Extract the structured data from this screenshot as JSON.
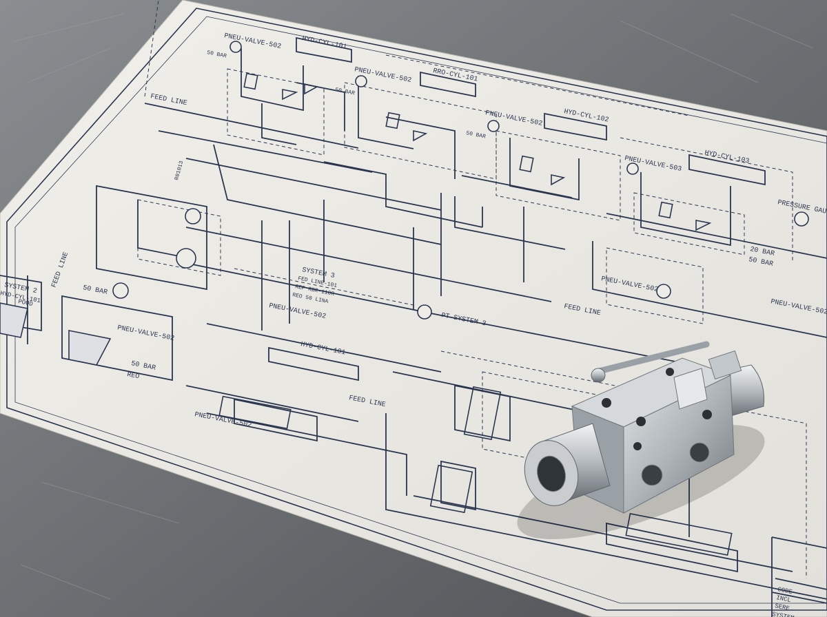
{
  "scene": {
    "description_free": true,
    "colors": {
      "table": "#6f7376",
      "table_light": "#8d9194",
      "paper": "#eeece6",
      "ink": "#2a3550",
      "steel": "#c9cdd0",
      "steel_dark": "#7e858b"
    }
  },
  "labels": {
    "hyd_cyl_101_top": "HYD-CYL-101",
    "pneu_valve_502_tl": "PNEU-VALVE-502",
    "bar_50_tl": "50 BAR",
    "feed_line_top": "FEED LINE",
    "rro_cyl_101": "RRO-CYL-101",
    "pneu_valve_502_t2": "PNEU-VALVE-502",
    "bar_50_t2": "50 BAR",
    "pneu_valve_502_t3": "PNEU-VALVE-502",
    "bar_50_t3": "50 BAR",
    "hyd_cyl_102": "HYD-CYL-102",
    "pneu_valve_503": "PNEU-VALVE-503",
    "hyd_cyl_103": "HYD-CYL-103",
    "pressure_gauge": "PRESSURE GAUGE",
    "bar_20": "20 BAR",
    "bar_50_right": "50 BAR",
    "pneu_valve_502_r": "PNEU-VALVE-502",
    "pneu_valve_502_rr": "PNEU-VALVE-502",
    "feed_line_mid": "FEED LINE",
    "system3_a": "SYSTEM 3",
    "system3_b": "FED LINE-101",
    "system3_c": "REP RBR-110R",
    "system3_d": "REO 50 LINA",
    "pneu_valve_502_mid": "PNEU-VALVE-502",
    "pt_system3": "PT SYSTEM 3",
    "system2_a": "SYSTEM 2",
    "system2_b": "HYD-CYL-101",
    "system2_c": "POOD",
    "feed_line_left": "FEED LINE",
    "bar_50_left": "50 BAR",
    "pneu_valve_502_left": "PNEU-VALVE-502",
    "bar_50_left2": "50 BAR",
    "reo_left": "REO",
    "hyd_cyl_101_bottom": "HYD-CYL-101",
    "feed_line_bottom": "FEED LINE",
    "pneu_valve_502_bottom": "PNEU-VALVE-502",
    "rotated_label": "R01013",
    "tb_code": "CODE",
    "tb_incl": "INCL",
    "tb_sere": "SERE",
    "tb_system": "SYSTEM"
  }
}
